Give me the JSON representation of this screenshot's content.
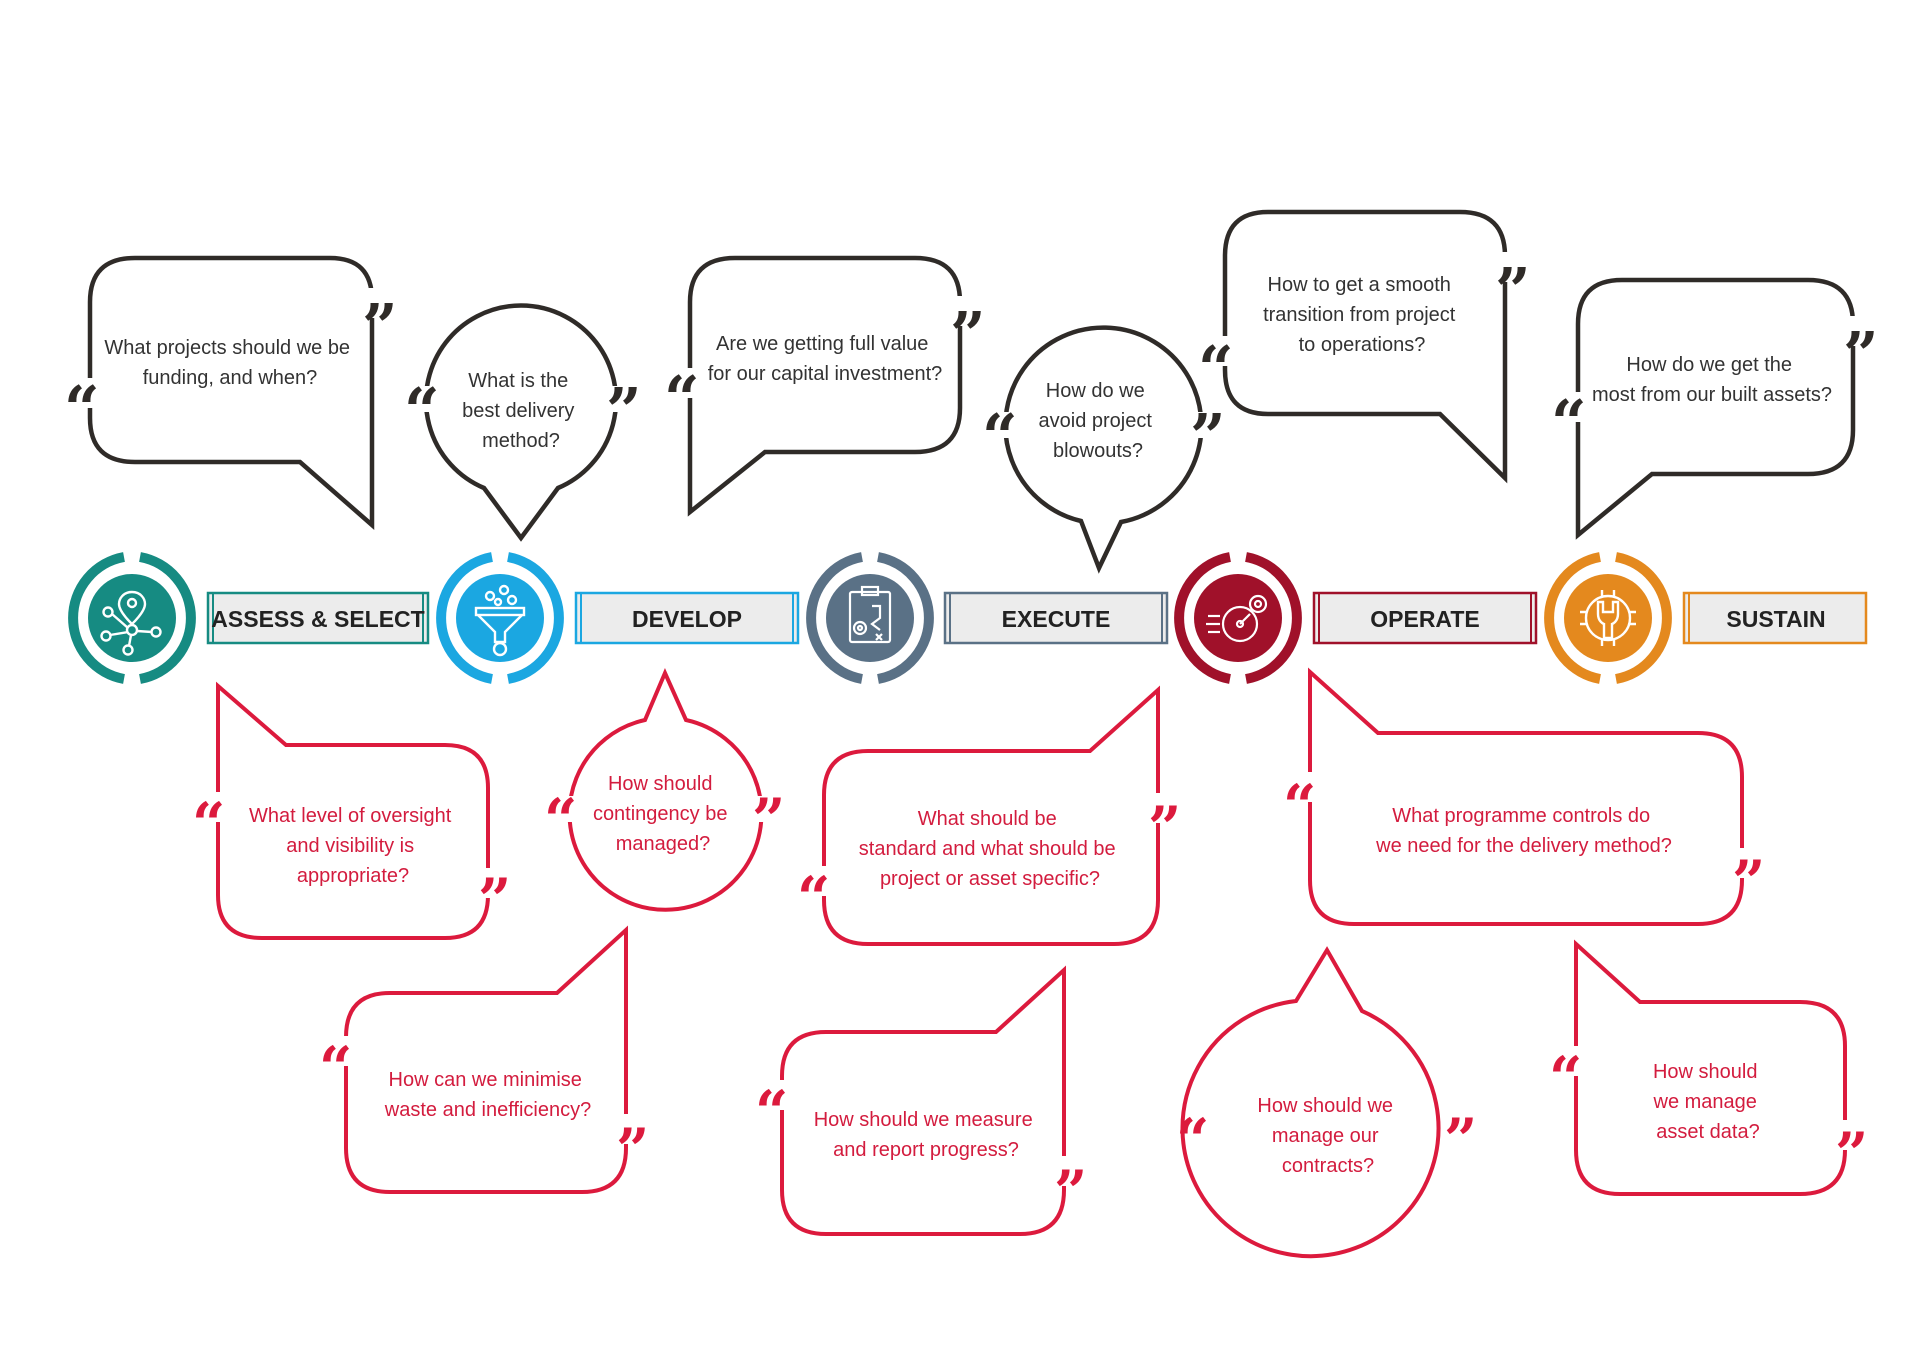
{
  "stages": [
    {
      "label": "ASSESS & SELECT",
      "color": "#168b82",
      "icon": "network-pin-icon"
    },
    {
      "label": "DEVELOP",
      "color": "#1ba7e1",
      "icon": "funnel-icon"
    },
    {
      "label": "EXECUTE",
      "color": "#5a7186",
      "icon": "clipboard-plan-icon"
    },
    {
      "label": "OPERATE",
      "color": "#a0112a",
      "icon": "speedometer-gear-icon"
    },
    {
      "label": "SUSTAIN",
      "color": "#e4891e",
      "icon": "wrench-gear-icon"
    }
  ],
  "top_questions": [
    {
      "lines": [
        "What projects should we be",
        "funding, and when?"
      ]
    },
    {
      "lines": [
        "What is the",
        "best delivery",
        "method?"
      ]
    },
    {
      "lines": [
        "Are we getting full value",
        "for our capital investment?"
      ]
    },
    {
      "lines": [
        "How do we",
        "avoid project",
        "blowouts?"
      ]
    },
    {
      "lines": [
        "How to get a smooth",
        "transition from project",
        "to operations?"
      ]
    },
    {
      "lines": [
        "How do we get the",
        "most from our built assets?"
      ]
    }
  ],
  "bottom_questions": [
    {
      "lines": [
        "What level of oversight",
        "and visibility is",
        "appropriate?"
      ]
    },
    {
      "lines": [
        "How should",
        "contingency be",
        "managed?"
      ]
    },
    {
      "lines": [
        "What should be",
        "standard and what should be",
        "project or asset specific?"
      ]
    },
    {
      "lines": [
        "What programme controls do",
        "we need for the delivery method?"
      ]
    },
    {
      "lines": [
        "How can we minimise",
        "waste and inefficiency?"
      ]
    },
    {
      "lines": [
        "How should we measure",
        "and report progress?"
      ]
    },
    {
      "lines": [
        "How should we",
        "manage our",
        "contracts?"
      ]
    },
    {
      "lines": [
        "How should",
        "we manage",
        "asset data?"
      ]
    }
  ],
  "colors": {
    "dark_outline": "#2f2b28",
    "red_outline": "#dc1a3d",
    "label_fill": "#ececec"
  }
}
